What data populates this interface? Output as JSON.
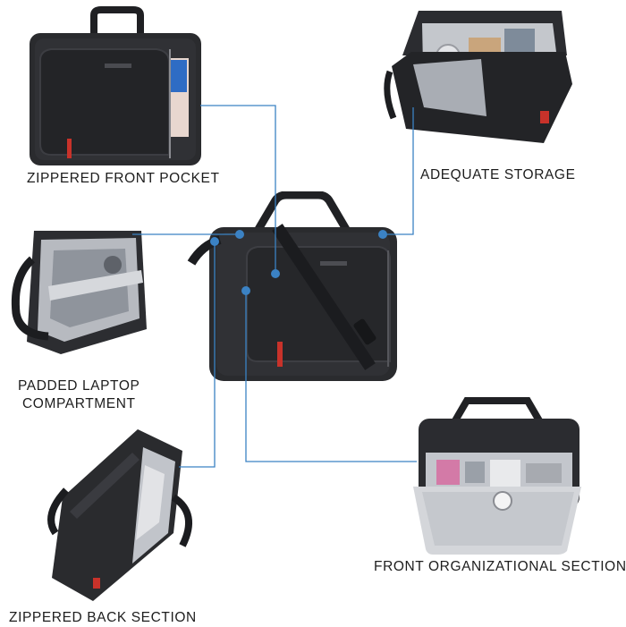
{
  "captions": {
    "front_pocket": "ZIPPERED FRONT POCKET",
    "storage": "ADEQUATE STORAGE",
    "laptop_line1": "PADDED LAPTOP",
    "laptop_line2": "COMPARTMENT",
    "organizer": "FRONT ORGANIZATIONAL SECTION",
    "back": "ZIPPERED BACK SECTION"
  },
  "colors": {
    "leader_line": "#3b82c4",
    "bag_body": "#2a2b2e",
    "accent_red": "#c8322a",
    "lining": "#b9bcc2"
  }
}
